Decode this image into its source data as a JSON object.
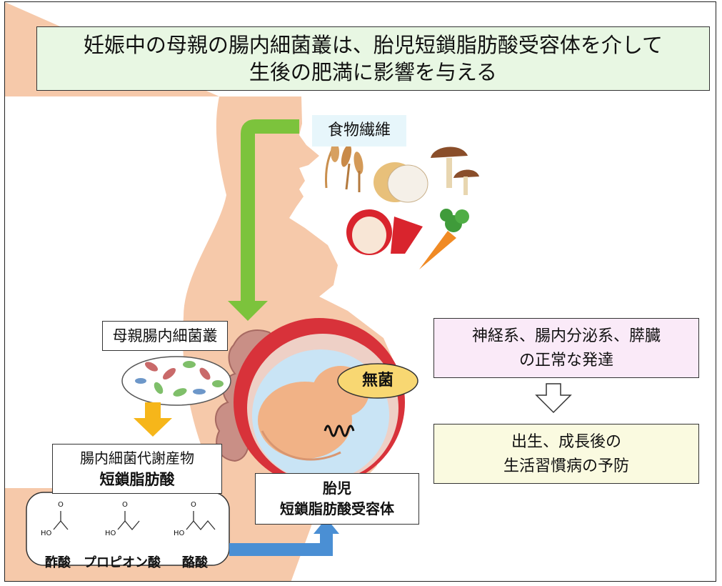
{
  "title": {
    "line1": "妊娠中の母親の腸内細菌叢は、胎児短鎖脂肪酸受容体を介して",
    "line2": "生後の肥満に影響を与える"
  },
  "food": {
    "label": "食物繊維",
    "items": [
      "wheat-icon",
      "onion-icon",
      "mushroom-icon",
      "apple-icon",
      "carrot-icon"
    ]
  },
  "maternal_microbiota": {
    "label": "母親腸内細菌叢"
  },
  "metabolites": {
    "line1": "腸内細菌代謝産物",
    "line2": "短鎖脂肪酸"
  },
  "scfa": {
    "acetic": "酢酸",
    "propionic": "プロピオン酸",
    "butyric": "酪酸",
    "ho_label": "HO",
    "o_label": "O"
  },
  "receptor": {
    "line1": "胎児",
    "line2": "短鎖脂肪酸受容体"
  },
  "sterile": {
    "label": "無菌"
  },
  "development": {
    "line1": "神経系、腸内分泌系、膵臓",
    "line2": "の正常な発達"
  },
  "prevention": {
    "line1": "出生、成長後の",
    "line2": "生活習慣病の予防"
  },
  "colors": {
    "title_bg": "#e8f7e3",
    "skin": "#f6c9aa",
    "green_arrow": "#7cc33c",
    "yellow_arrow": "#f6b61a",
    "blue_arrow": "#4a8fd4",
    "dev_bg": "#faeaf8",
    "prevent_bg": "#fafae0"
  }
}
